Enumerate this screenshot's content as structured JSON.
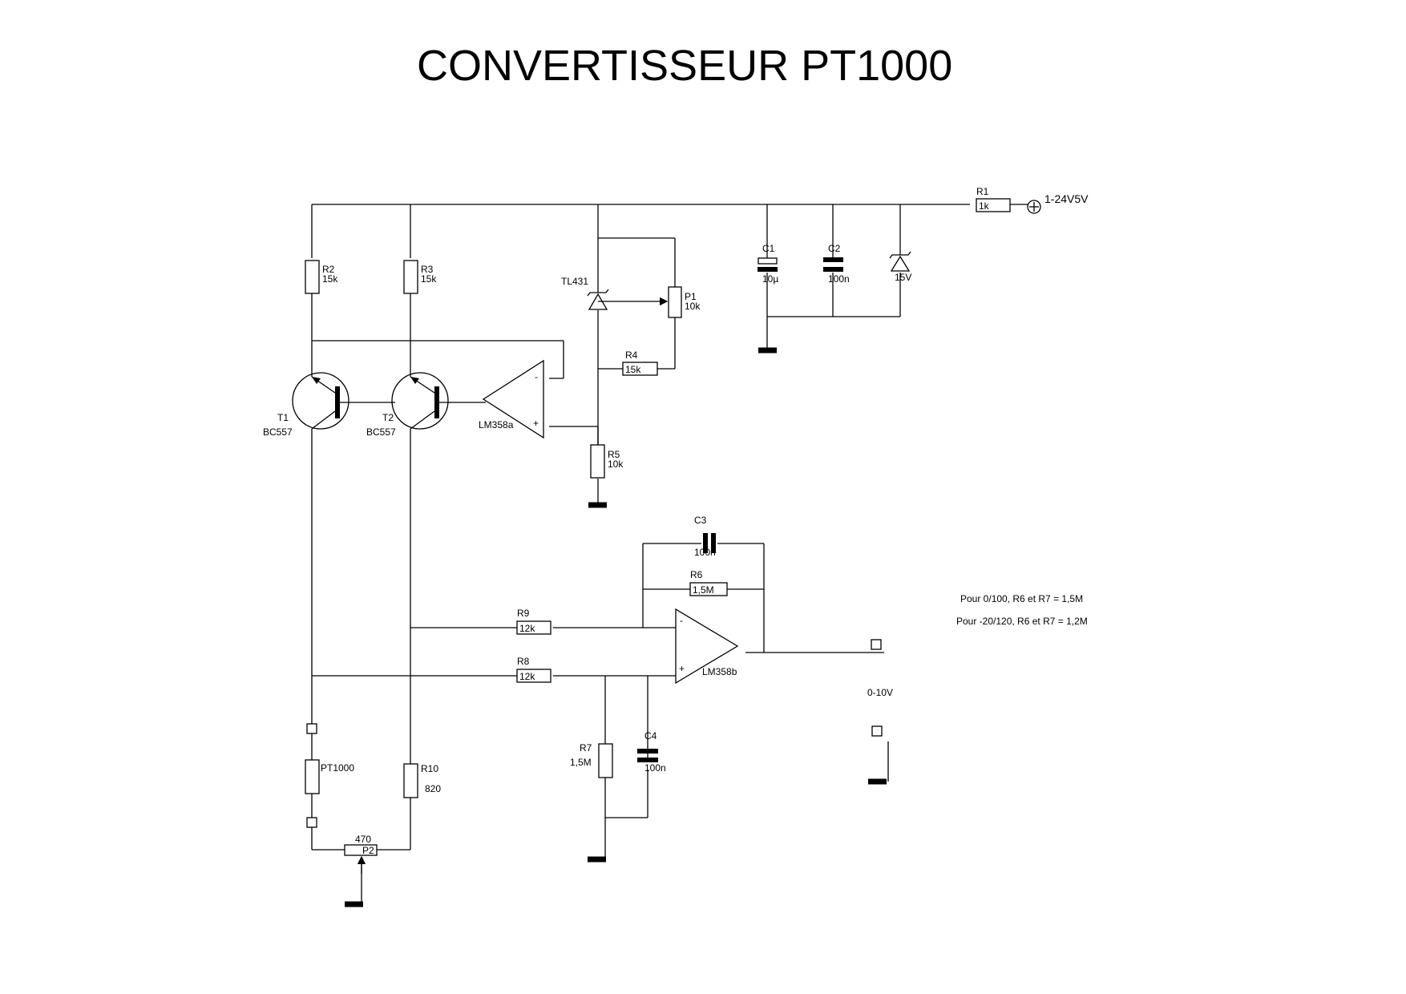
{
  "title": "CONVERTISSEUR PT1000",
  "supply": {
    "ref": "R1",
    "value": "1k",
    "label": "1-24V5V"
  },
  "resistors": {
    "R2": {
      "ref": "R2",
      "value": "15k"
    },
    "R3": {
      "ref": "R3",
      "value": "15k"
    },
    "R4": {
      "ref": "R4",
      "value": "15k"
    },
    "R5": {
      "ref": "R5",
      "value": "10k"
    },
    "R6": {
      "ref": "R6",
      "value": "1,5M"
    },
    "R7": {
      "ref": "R7",
      "value": "1,5M"
    },
    "R8": {
      "ref": "R8",
      "value": "12k"
    },
    "R9": {
      "ref": "R9",
      "value": "12k"
    },
    "R10": {
      "ref": "R10",
      "value": "820"
    },
    "PT": {
      "ref": "PT1000"
    }
  },
  "pots": {
    "P1": {
      "ref": "P1",
      "value": "10k"
    },
    "P2": {
      "ref": "P2",
      "value": "470"
    }
  },
  "capacitors": {
    "C1": {
      "ref": "C1",
      "value": "10µ"
    },
    "C2": {
      "ref": "C2",
      "value": "100n"
    },
    "C3": {
      "ref": "C3",
      "value": "100n"
    },
    "C4": {
      "ref": "C4",
      "value": "100n"
    }
  },
  "zener": {
    "value": "15V"
  },
  "reference": {
    "ref": "TL431"
  },
  "transistors": {
    "T1": {
      "ref": "T1",
      "type": "BC557"
    },
    "T2": {
      "ref": "T2",
      "type": "BC557"
    }
  },
  "opamps": {
    "a": {
      "ref": "LM358a",
      "minus": "-",
      "plus": "+"
    },
    "b": {
      "ref": "LM358b",
      "minus": "-",
      "plus": "+"
    }
  },
  "output": {
    "label": "0-10V"
  },
  "notes": [
    "Pour 0/100, R6 et R7 = 1,5M",
    "Pour -20/120, R6 et R7 = 1,2M"
  ]
}
